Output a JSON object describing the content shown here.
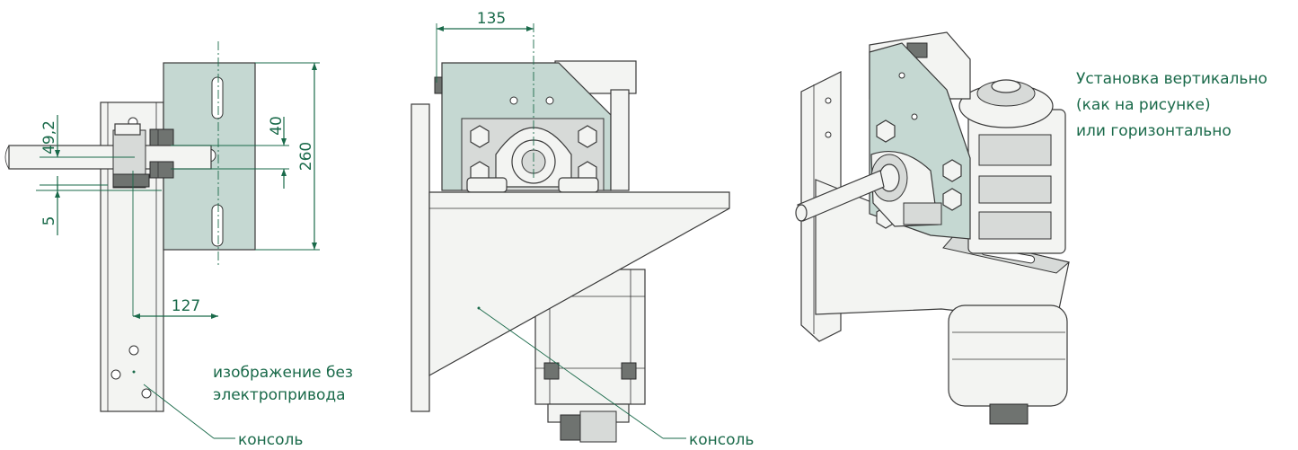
{
  "dimensions": {
    "d_49_2": "49,2",
    "d_5": "5",
    "d_40": "40",
    "d_260": "260",
    "d_127": "127",
    "d_135": "135"
  },
  "labels": {
    "console_left": "консоль",
    "console_middle": "консоль",
    "without_drive_line1": "изображение без",
    "without_drive_line2": "электропривода"
  },
  "install_note": {
    "line1": "Установка вертикально",
    "line2": "(как на рисунке)",
    "line3": "или горизонтально"
  },
  "colors": {
    "plate": "#c5d8d2",
    "accent_text": "#1a6a4a"
  }
}
